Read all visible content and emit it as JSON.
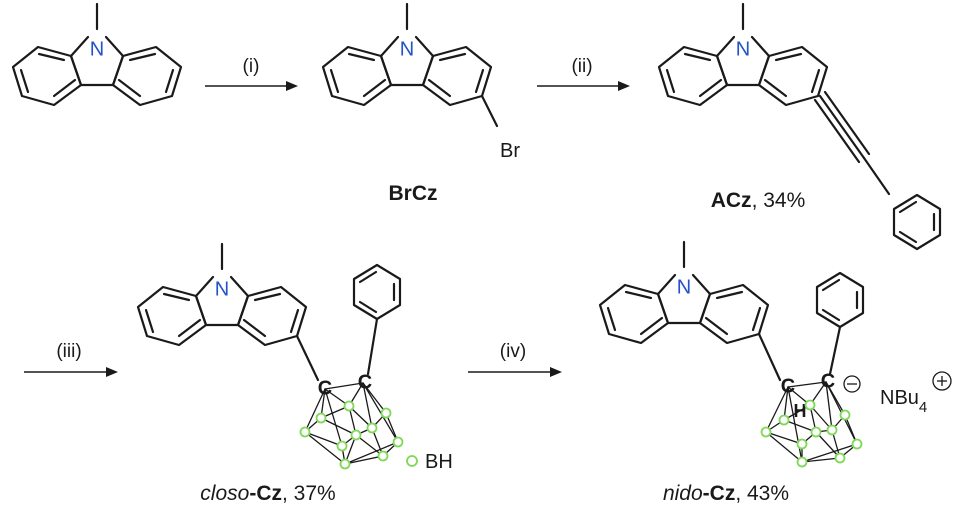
{
  "scheme": {
    "atoms": {
      "nitrogen": "N",
      "bromine": "Br",
      "cage_carbon": "C",
      "cage_hydrogen": "H",
      "counterion_main": "NBu",
      "counterion_sub": "4"
    },
    "conditions": {
      "step1": "(i)",
      "step2": "(ii)",
      "step3": "(iii)",
      "step4": "(iv)"
    },
    "compounds": {
      "brcz": {
        "name": "BrCz"
      },
      "acz": {
        "name": "ACz",
        "yield": ", 34%"
      },
      "closo": {
        "prefix": "closo",
        "name": "-Cz",
        "yield": ", 37%"
      },
      "nido": {
        "prefix": "nido",
        "name": "-Cz",
        "yield": ", 43%"
      }
    },
    "legend": {
      "bh_label": "BH"
    },
    "colors": {
      "nitrogen": "#2452c8",
      "boron_vertex": "#7ed957",
      "bonds": "#1a1a1a"
    }
  }
}
